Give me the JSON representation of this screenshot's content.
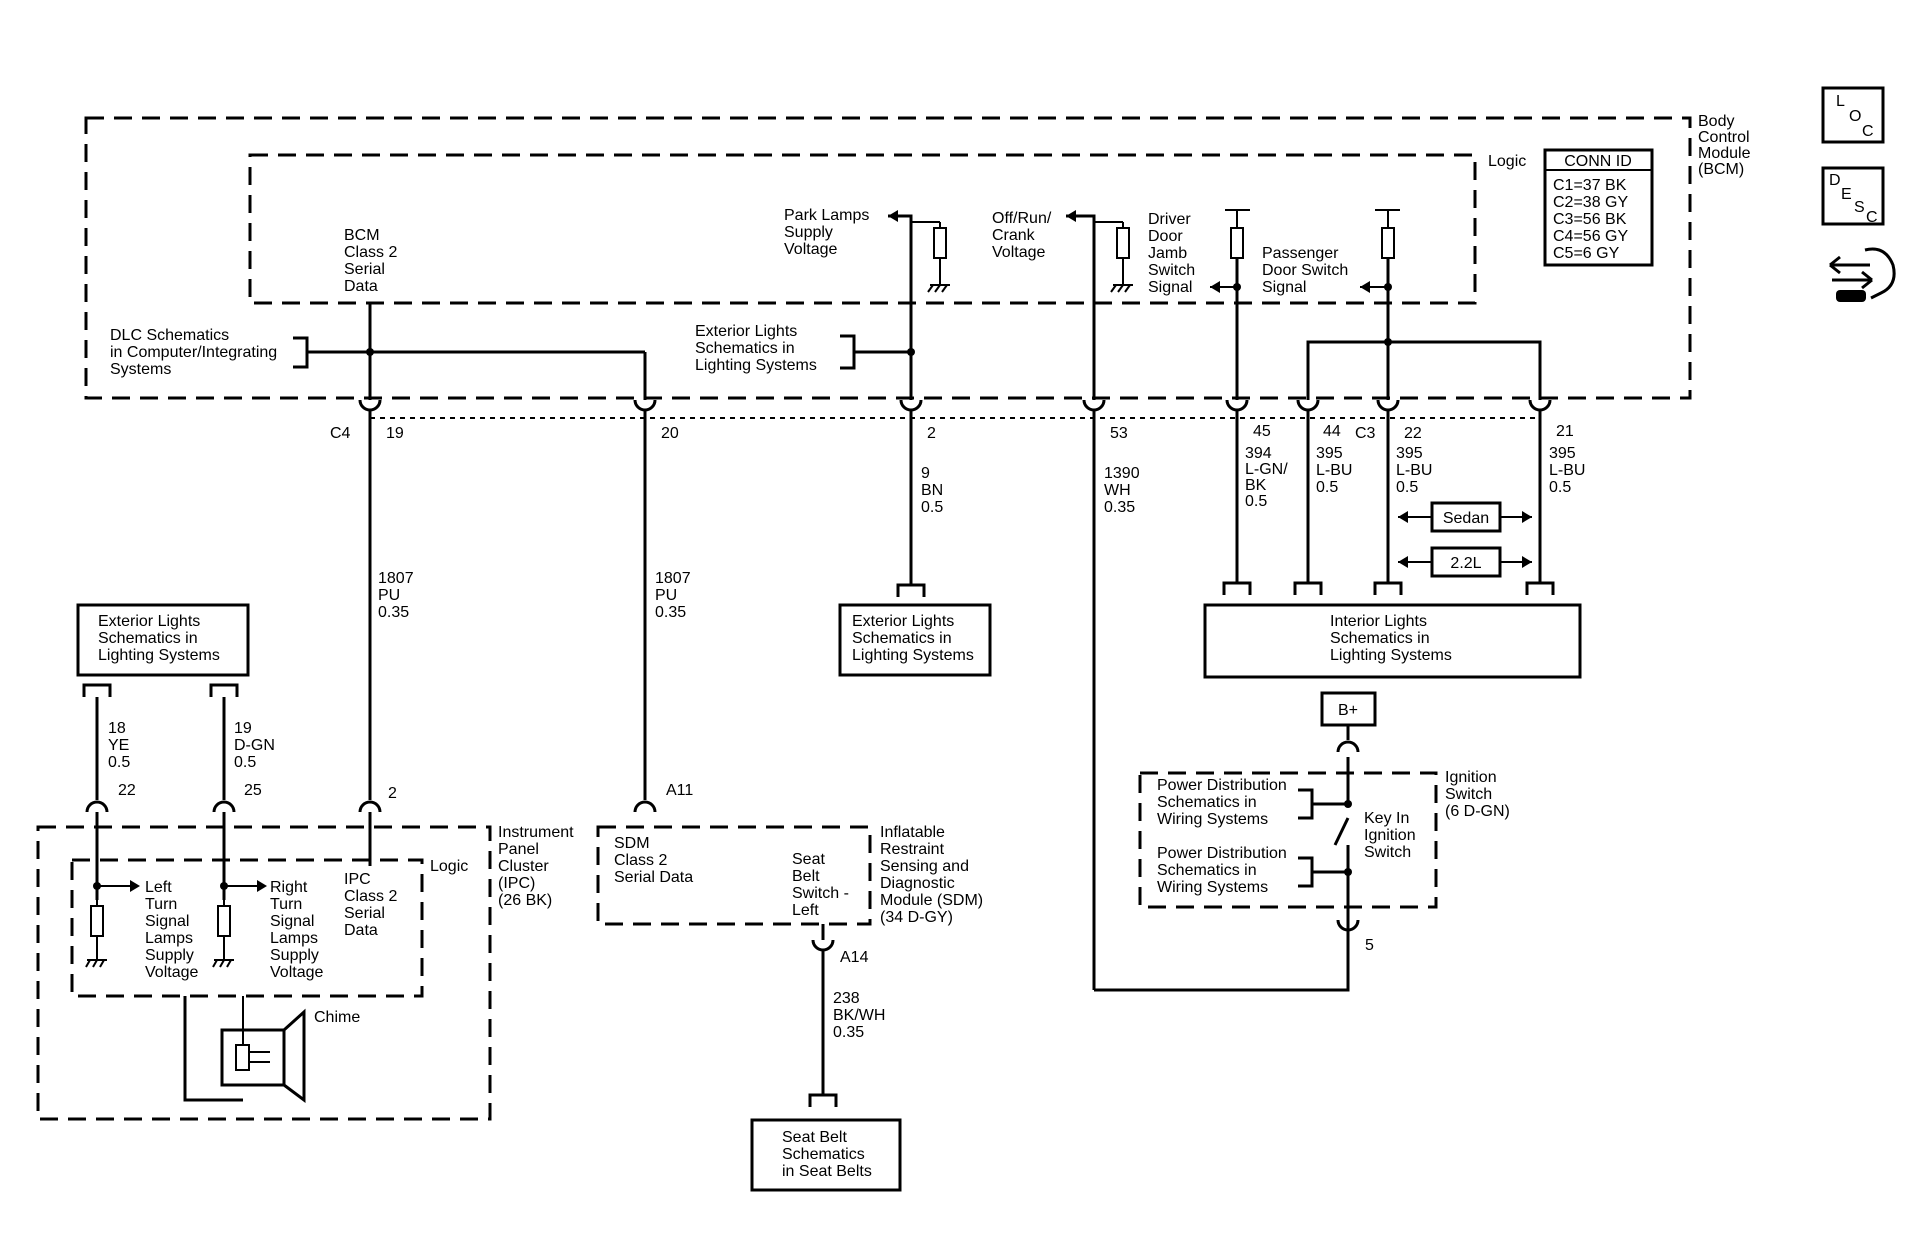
{
  "modules": {
    "bcm": {
      "name": [
        "Body",
        "Control",
        "Module",
        "(BCM)"
      ],
      "logic": "Logic"
    },
    "ipc": {
      "name": [
        "Instrument",
        "Panel",
        "Cluster",
        "(IPC)",
        "(26 BK)"
      ],
      "logic": "Logic"
    },
    "sdm": {
      "name": [
        "Inflatable",
        "Restraint",
        "Sensing and",
        "Diagnostic",
        "Module (SDM)",
        "(34 D-GY)"
      ]
    },
    "ignition": {
      "name": [
        "Ignition",
        "Switch",
        "(6 D-GN)"
      ]
    }
  },
  "conn_id": {
    "title": "CONN ID",
    "rows": [
      "C1=37 BK",
      "C2=38 GY",
      "C3=56 BK",
      "C4=56 GY",
      "C5=6 GY"
    ]
  },
  "nav_icons": {
    "loc": [
      "L",
      "O",
      "C"
    ],
    "desc": [
      "D",
      "E",
      "S",
      "C"
    ]
  },
  "bcm_internal": {
    "class2": [
      "BCM",
      "Class 2",
      "Serial",
      "Data"
    ],
    "park": [
      "Park Lamps",
      "Supply",
      "Voltage"
    ],
    "offrun": [
      "Off/Run/",
      "Crank",
      "Voltage"
    ],
    "driver": [
      "Driver",
      "Door",
      "Jamb",
      "Switch",
      "Signal"
    ],
    "passenger": [
      "Passenger",
      "Door Switch",
      "Signal"
    ]
  },
  "refs": {
    "dlc": [
      "DLC Schematics",
      "in Computer/Integrating",
      "Systems"
    ],
    "ext_inside": [
      "Exterior Lights",
      "Schematics in",
      "Lighting Systems"
    ],
    "ext_box_mid": [
      "Exterior Lights",
      "Schematics in",
      "Lighting Systems"
    ],
    "ext_box_left": [
      "Exterior Lights",
      "Schematics in",
      "Lighting Systems"
    ],
    "interior": [
      "Interior Lights",
      "Schematics in",
      "Lighting Systems"
    ],
    "seatbelt": [
      "Seat Belt",
      "Schematics",
      "in Seat Belts"
    ],
    "pd1": [
      "Power Distribution",
      "Schematics in",
      "Wiring Systems"
    ],
    "pd2": [
      "Power Distribution",
      "Schematics in",
      "Wiring Systems"
    ]
  },
  "pins": {
    "c4": "C4",
    "c3": "C3",
    "p19": "19",
    "p20": "20",
    "p2": "2",
    "p53": "53",
    "p45": "45",
    "p44": "44",
    "p22": "22",
    "p21": "21",
    "ipc22": "22",
    "ipc25": "25",
    "ipc2": "2",
    "a11": "A11",
    "a14": "A14",
    "ign5": "5"
  },
  "wires": {
    "w1807a": [
      "1807",
      "PU",
      "0.35"
    ],
    "w1807b": [
      "1807",
      "PU",
      "0.35"
    ],
    "w9": [
      "9",
      "BN",
      "0.5"
    ],
    "w1390": [
      "1390",
      "WH",
      "0.35"
    ],
    "w394": [
      "394",
      "L-GN/",
      "BK",
      "0.5"
    ],
    "w395a": [
      "395",
      "L-BU",
      "0.5"
    ],
    "w395b": [
      "395",
      "L-BU",
      "0.5"
    ],
    "w395c": [
      "395",
      "L-BU",
      "0.5"
    ],
    "w18": [
      "18",
      "YE",
      "0.5"
    ],
    "w19": [
      "19",
      "D-GN",
      "0.5"
    ],
    "w238": [
      "238",
      "BK/WH",
      "0.35"
    ]
  },
  "options": {
    "sedan": "Sedan",
    "engine": "2.2L"
  },
  "bplus": "B+",
  "ipc_internal": {
    "left": [
      "Left",
      "Turn",
      "Signal",
      "Lamps",
      "Supply",
      "Voltage"
    ],
    "right": [
      "Right",
      "Turn",
      "Signal",
      "Lamps",
      "Supply",
      "Voltage"
    ],
    "class2": [
      "IPC",
      "Class 2",
      "Serial",
      "Data"
    ],
    "chime": "Chime"
  },
  "sdm_internal": {
    "class2": [
      "SDM",
      "Class 2",
      "Serial Data"
    ],
    "seatbelt": [
      "Seat",
      "Belt",
      "Switch -",
      "Left"
    ]
  },
  "ignition_internal": [
    "Key In",
    "Ignition",
    "Switch"
  ]
}
